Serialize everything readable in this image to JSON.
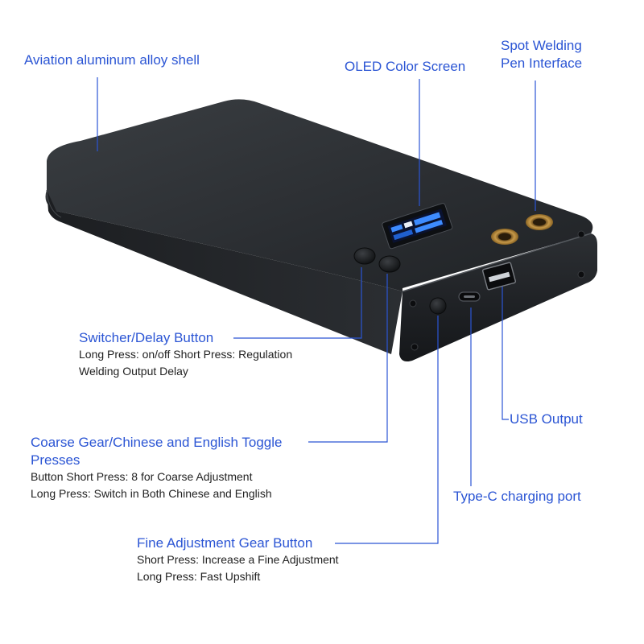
{
  "colors": {
    "accent": "#2b55d4",
    "body_text": "#222222",
    "device_body": "#26292c",
    "leader_line": "#2b55d4"
  },
  "callouts": {
    "shell": {
      "title": "Aviation aluminum alloy shell"
    },
    "oled": {
      "title": "OLED Color Screen"
    },
    "pen": {
      "title_line1": "Spot Welding",
      "title_line2": "Pen Interface"
    },
    "switcher": {
      "title": "Switcher/Delay Button",
      "desc_line1": "Long Press: on/off Short Press: Regulation",
      "desc_line2": "Welding Output Delay"
    },
    "coarse": {
      "title_line1": "Coarse Gear/Chinese and English Toggle",
      "title_line2": "Presses",
      "desc_line1": "Button Short Press: 8 for Coarse Adjustment",
      "desc_line2": "Long Press: Switch in Both Chinese and English"
    },
    "usb": {
      "title": "USB Output"
    },
    "typec": {
      "title": "Type-C charging port"
    },
    "fine": {
      "title": "Fine Adjustment Gear Button",
      "desc_line1": "Short Press: Increase a Fine Adjustment",
      "desc_line2": "Long Press: Fast Upshift"
    }
  }
}
